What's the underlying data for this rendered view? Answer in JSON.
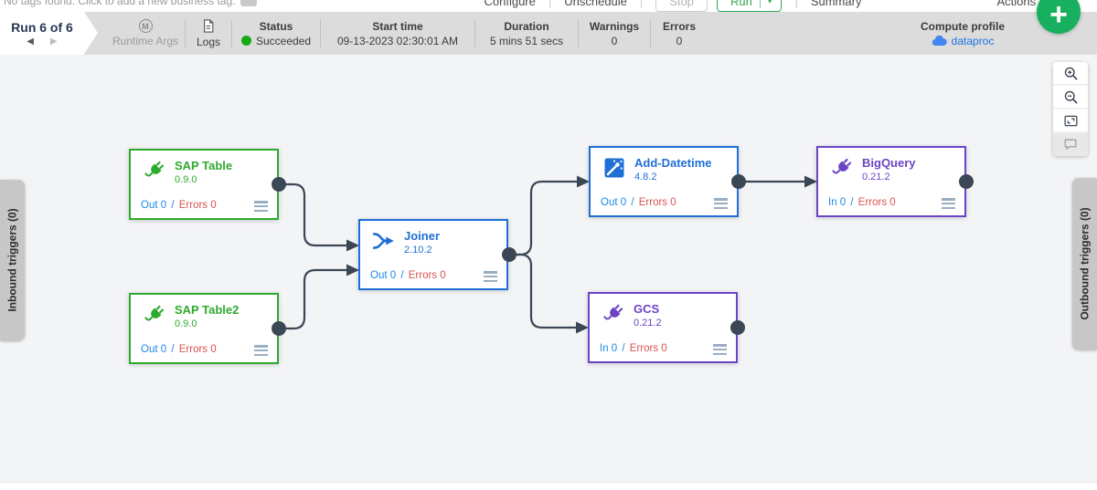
{
  "top_menu": {
    "tag_hint": "No tags found. Click to add a new business tag.",
    "configure_label": "Configure",
    "unschedule_label": "Unschedule",
    "stop_label": "Stop",
    "run_label": "Run",
    "run_caret": "▾",
    "summary_label": "Summary",
    "actions_label": "Actions"
  },
  "toolbar": {
    "run_counter": "Run 6 of 6",
    "prev_arrow": "◀",
    "next_arrow": "▶",
    "runtime_args": {
      "icon_letter": "M",
      "label": "Runtime Args"
    },
    "logs_label": "Logs",
    "status": {
      "label": "Status",
      "value": "Succeeded"
    },
    "start_time": {
      "label": "Start time",
      "value": "09-13-2023 02:30:01 AM"
    },
    "duration": {
      "label": "Duration",
      "value": "5 mins 51 secs"
    },
    "warnings": {
      "label": "Warnings",
      "value": "0"
    },
    "errors": {
      "label": "Errors",
      "value": "0"
    },
    "compute_profile": {
      "label": "Compute profile",
      "value": "dataproc"
    }
  },
  "side_tabs": {
    "inbound": "Inbound triggers (0)",
    "outbound": "Outbound triggers (0)"
  },
  "canvas": {
    "metric_sep": "/",
    "nodes": [
      {
        "title": "SAP Table",
        "version": "0.9.0",
        "out_text": "Out 0",
        "errors_text": "Errors 0",
        "theme": "green",
        "icon": "plug"
      },
      {
        "title": "SAP Table2",
        "version": "0.9.0",
        "out_text": "Out 0",
        "errors_text": "Errors 0",
        "theme": "green",
        "icon": "plug"
      },
      {
        "title": "Joiner",
        "version": "2.10.2",
        "out_text": "Out 0",
        "errors_text": "Errors 0",
        "theme": "blue",
        "icon": "join"
      },
      {
        "title": "Add-Datetime",
        "version": "4.8.2",
        "out_text": "Out 0",
        "errors_text": "Errors 0",
        "theme": "blue",
        "icon": "directive"
      },
      {
        "title": "GCS",
        "version": "0.21.2",
        "out_text": "In 0",
        "errors_text": "Errors 0",
        "theme": "purple",
        "icon": "plug"
      },
      {
        "title": "BigQuery",
        "version": "0.21.2",
        "out_text": "In 0",
        "errors_text": "Errors 0",
        "theme": "purple",
        "icon": "plug"
      }
    ],
    "connections": [
      {
        "from": "SAP Table",
        "to": "Joiner"
      },
      {
        "from": "SAP Table2",
        "to": "Joiner"
      },
      {
        "from": "Joiner",
        "to": "Add-Datetime"
      },
      {
        "from": "Joiner",
        "to": "GCS"
      },
      {
        "from": "Add-Datetime",
        "to": "BigQuery"
      }
    ]
  },
  "colors": {
    "source_green": "#2daa2d",
    "transform_blue": "#1f6fd6",
    "sink_purple": "#6b44c5",
    "metric_blue": "#1e88e5",
    "error_red": "#d9534f",
    "status_green": "#17a817",
    "link_blue": "#1a73e8",
    "fab_green": "#16b05f",
    "connection_dark": "#3b4754",
    "toolbar_gray": "#dcdcdc",
    "canvas_gray": "#f3f4f6"
  }
}
